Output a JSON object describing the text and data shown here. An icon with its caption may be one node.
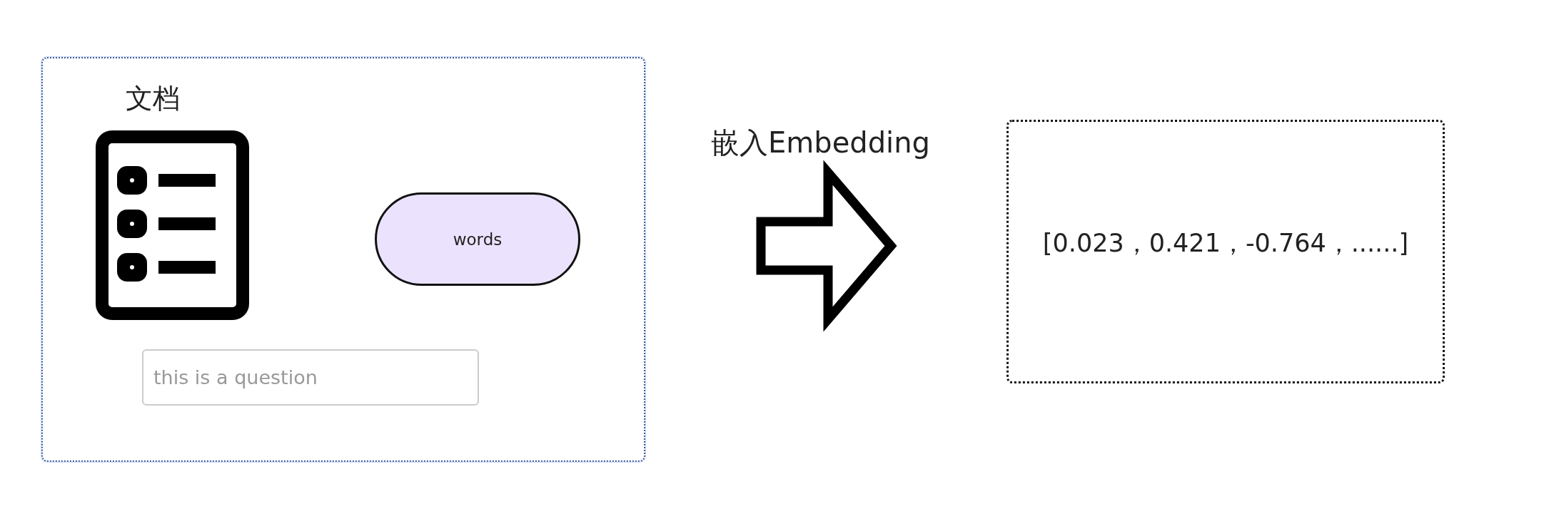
{
  "diagram": {
    "nodes": [
      {
        "text": [
          "文档"
        ]
      },
      {
        "text": [
          "words"
        ],
        "in": 0
      },
      {
        "text": [
          "this is a question"
        ],
        "in": 0
      },
      {
        "text": [
          "[0.023，0.421，-0.764，......]"
        ]
      }
    ],
    "edges": [
      {
        "from": 0,
        "to": 3,
        "arrow": "to",
        "label": "嵌入Embedding",
        "style": "thick"
      }
    ]
  }
}
